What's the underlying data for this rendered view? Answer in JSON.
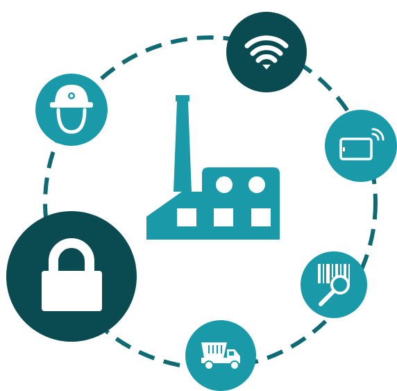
{
  "diagram": {
    "colors": {
      "teal": "#1a9aa9",
      "dark_teal": "#0a4b52",
      "ring": "#0f6a73",
      "white": "#ffffff"
    },
    "center": {
      "icon": "factory-icon"
    },
    "nodes": [
      {
        "id": "safety",
        "icon": "safety-helmet-worker-icon"
      },
      {
        "id": "wireless",
        "icon": "wifi-icon"
      },
      {
        "id": "tablet",
        "icon": "tablet-wireless-icon"
      },
      {
        "id": "barcode",
        "icon": "barcode-search-icon"
      },
      {
        "id": "truck",
        "icon": "dump-truck-icon"
      },
      {
        "id": "security",
        "icon": "padlock-icon"
      }
    ]
  }
}
